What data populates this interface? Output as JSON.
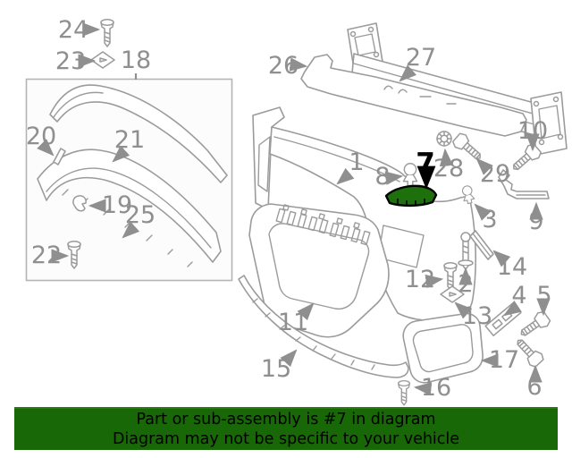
{
  "diagram": {
    "description": "Exploded parts diagram of a front bumper assembly",
    "highlighted_part_number": "7",
    "callouts": [
      {
        "num": "1"
      },
      {
        "num": "2"
      },
      {
        "num": "3"
      },
      {
        "num": "4"
      },
      {
        "num": "5"
      },
      {
        "num": "6"
      },
      {
        "num": "7"
      },
      {
        "num": "8"
      },
      {
        "num": "9"
      },
      {
        "num": "10"
      },
      {
        "num": "11"
      },
      {
        "num": "12"
      },
      {
        "num": "13"
      },
      {
        "num": "14"
      },
      {
        "num": "15"
      },
      {
        "num": "16"
      },
      {
        "num": "17"
      },
      {
        "num": "18"
      },
      {
        "num": "19"
      },
      {
        "num": "20"
      },
      {
        "num": "21"
      },
      {
        "num": "22"
      },
      {
        "num": "23"
      },
      {
        "num": "24"
      },
      {
        "num": "25"
      },
      {
        "num": "26"
      },
      {
        "num": "27"
      },
      {
        "num": "28"
      },
      {
        "num": "29"
      }
    ]
  },
  "banner": {
    "line1": "Part or sub-assembly is #7 in diagram",
    "line2": "Diagram may not be specific to your vehicle",
    "bg_color": "#186807",
    "text_color": "#000000"
  },
  "colors": {
    "callout_label": "#8f8f8f",
    "part_outline": "#9b9b9b",
    "highlight_fill": "#1d700c",
    "highlight_outline": "#000000"
  }
}
